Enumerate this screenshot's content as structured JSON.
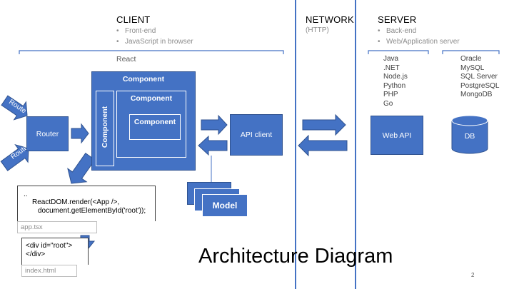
{
  "client": {
    "title": "CLIENT",
    "bullets": [
      "Front-end",
      "JavaScript in browser"
    ],
    "react_label": "React"
  },
  "network": {
    "title": "NETWORK",
    "subtitle": "(HTTP)"
  },
  "server": {
    "title": "SERVER",
    "bullets": [
      "Back-end",
      "Web/Application server"
    ],
    "languages": [
      "Java",
      ".NET",
      "Node.js",
      "Python",
      "PHP",
      "Go"
    ],
    "databases": [
      "Oracle",
      "MySQL",
      "SQL Server",
      "PostgreSQL",
      "MongoDB"
    ]
  },
  "nodes": {
    "route_top": "Route",
    "route_bottom": "Route",
    "router": "Router",
    "component_outer": "Component",
    "component_side": "Component",
    "component_mid": "Component",
    "component_inner": "Component",
    "api_client": "API client",
    "model": "Model",
    "web_api": "Web API",
    "db": "DB"
  },
  "code": {
    "line1": "..",
    "line2": "ReactDOM.render(<App />,",
    "line3": "document.getElementById('root'));",
    "file1": "app.tsx",
    "html_line1": "<div id=\"root\">",
    "html_line2": "</div>",
    "file2": "index.html"
  },
  "caption": "Architecture Diagram",
  "page_number": "2",
  "colors": {
    "accent": "#4472c4",
    "border": "#2f528f"
  }
}
